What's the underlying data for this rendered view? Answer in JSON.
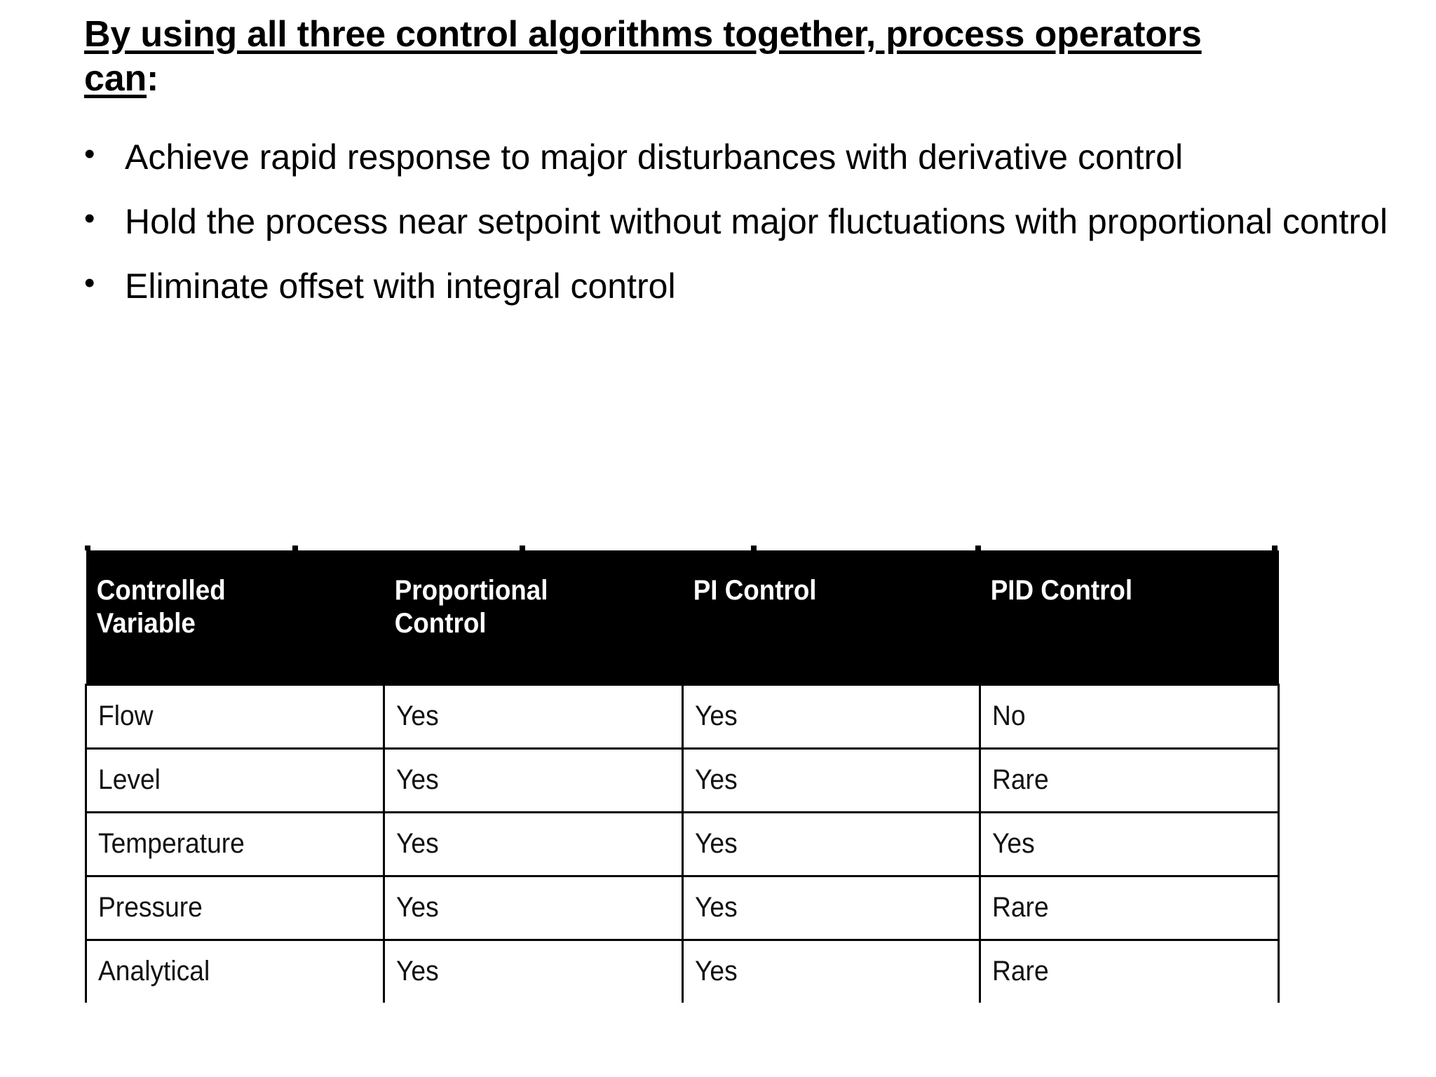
{
  "slide": {
    "background_color": "#ffffff",
    "heading": {
      "line1": "By using all three control algorithms together, process operators",
      "line2": "can",
      "trailing": ":"
    },
    "bullets": [
      {
        "marker": "•",
        "text": "Achieve rapid response to major disturbances with derivative control"
      },
      {
        "marker": "•",
        "text": "Hold the process near setpoint without major fluctuations   with proportional control"
      },
      {
        "marker": "•",
        "text": "Eliminate offset with integral control"
      }
    ]
  },
  "chart_data": {
    "type": "table",
    "title": "",
    "header_background": "#000000",
    "header_text_color": "#ffffff",
    "border_color": "#000000",
    "columns": [
      "Controlled\nVariable",
      "Proportional\nControl",
      "PI Control",
      "PID Control"
    ],
    "rows": [
      [
        "Flow",
        "Yes",
        "Yes",
        "No"
      ],
      [
        "Level",
        "Yes",
        "Yes",
        "Rare"
      ],
      [
        "Temperature",
        "Yes",
        "Yes",
        "Yes"
      ],
      [
        "Pressure",
        "Yes",
        "Yes",
        "Rare"
      ],
      [
        "Analytical",
        "Yes",
        "Yes",
        "Rare"
      ]
    ]
  }
}
